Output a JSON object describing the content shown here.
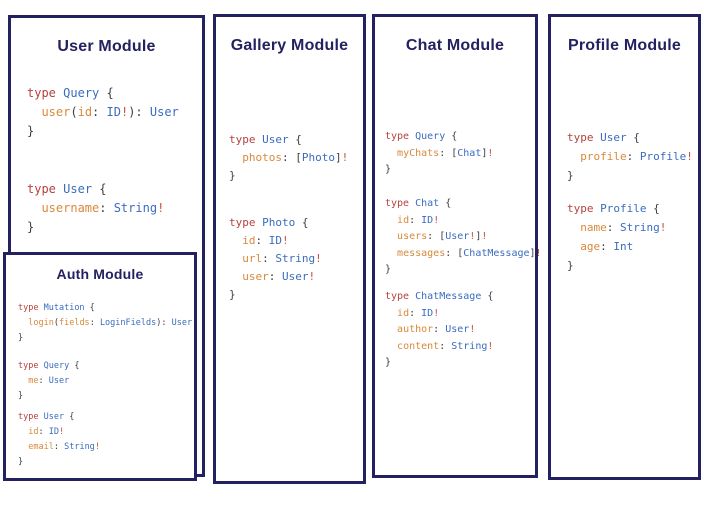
{
  "colors": {
    "navy": "#232160",
    "keyword": "#b5423e",
    "type": "#3b6cbf",
    "field": "#d8893b",
    "bang": "#c4543f",
    "punct": "#3d3d46"
  },
  "modules": [
    {
      "title": "User Module",
      "blocks": [
        [
          [
            [
              "k",
              "type"
            ],
            [
              "p",
              " "
            ],
            [
              "t",
              "Query"
            ],
            [
              "p",
              " {"
            ]
          ],
          [
            [
              "p",
              "  "
            ],
            [
              "f",
              "user"
            ],
            [
              "p",
              "("
            ],
            [
              "f",
              "id"
            ],
            [
              "p",
              ": "
            ],
            [
              "t",
              "ID"
            ],
            [
              "s",
              "!"
            ],
            [
              "p",
              "): "
            ],
            [
              "t",
              "User"
            ]
          ],
          [
            [
              "p",
              "}"
            ]
          ]
        ],
        [
          [
            [
              "k",
              "type"
            ],
            [
              "p",
              " "
            ],
            [
              "t",
              "User"
            ],
            [
              "p",
              " {"
            ]
          ],
          [
            [
              "p",
              "  "
            ],
            [
              "f",
              "username"
            ],
            [
              "p",
              ": "
            ],
            [
              "t",
              "String"
            ],
            [
              "s",
              "!"
            ]
          ],
          [
            [
              "p",
              "}"
            ]
          ]
        ]
      ]
    },
    {
      "title": "Gallery Module",
      "blocks": [
        [
          [
            [
              "k",
              "type"
            ],
            [
              "p",
              " "
            ],
            [
              "t",
              "User"
            ],
            [
              "p",
              " {"
            ]
          ],
          [
            [
              "p",
              "  "
            ],
            [
              "f",
              "photos"
            ],
            [
              "p",
              ": ["
            ],
            [
              "t",
              "Photo"
            ],
            [
              "p",
              "]"
            ],
            [
              "s",
              "!"
            ]
          ],
          [
            [
              "p",
              "}"
            ]
          ]
        ],
        [
          [
            [
              "k",
              "type"
            ],
            [
              "p",
              " "
            ],
            [
              "t",
              "Photo"
            ],
            [
              "p",
              " {"
            ]
          ],
          [
            [
              "p",
              "  "
            ],
            [
              "f",
              "id"
            ],
            [
              "p",
              ": "
            ],
            [
              "t",
              "ID"
            ],
            [
              "s",
              "!"
            ]
          ],
          [
            [
              "p",
              "  "
            ],
            [
              "f",
              "url"
            ],
            [
              "p",
              ": "
            ],
            [
              "t",
              "String"
            ],
            [
              "s",
              "!"
            ]
          ],
          [
            [
              "p",
              "  "
            ],
            [
              "f",
              "user"
            ],
            [
              "p",
              ": "
            ],
            [
              "t",
              "User"
            ],
            [
              "s",
              "!"
            ]
          ],
          [
            [
              "p",
              "}"
            ]
          ]
        ]
      ]
    },
    {
      "title": "Chat Module",
      "blocks": [
        [
          [
            [
              "k",
              "type"
            ],
            [
              "p",
              " "
            ],
            [
              "t",
              "Query"
            ],
            [
              "p",
              " {"
            ]
          ],
          [
            [
              "p",
              "  "
            ],
            [
              "f",
              "myChats"
            ],
            [
              "p",
              ": ["
            ],
            [
              "t",
              "Chat"
            ],
            [
              "p",
              "]"
            ],
            [
              "s",
              "!"
            ]
          ],
          [
            [
              "p",
              "}"
            ]
          ]
        ],
        [
          [
            [
              "k",
              "type"
            ],
            [
              "p",
              " "
            ],
            [
              "t",
              "Chat"
            ],
            [
              "p",
              " {"
            ]
          ],
          [
            [
              "p",
              "  "
            ],
            [
              "f",
              "id"
            ],
            [
              "p",
              ": "
            ],
            [
              "t",
              "ID"
            ],
            [
              "s",
              "!"
            ]
          ],
          [
            [
              "p",
              "  "
            ],
            [
              "f",
              "users"
            ],
            [
              "p",
              ": ["
            ],
            [
              "t",
              "User"
            ],
            [
              "s",
              "!"
            ],
            [
              "p",
              "]"
            ],
            [
              "s",
              "!"
            ]
          ],
          [
            [
              "p",
              "  "
            ],
            [
              "f",
              "messages"
            ],
            [
              "p",
              ": ["
            ],
            [
              "t",
              "ChatMessage"
            ],
            [
              "p",
              "]"
            ],
            [
              "s",
              "!"
            ]
          ],
          [
            [
              "p",
              "}"
            ]
          ]
        ],
        [
          [
            [
              "k",
              "type"
            ],
            [
              "p",
              " "
            ],
            [
              "t",
              "ChatMessage"
            ],
            [
              "p",
              " {"
            ]
          ],
          [
            [
              "p",
              "  "
            ],
            [
              "f",
              "id"
            ],
            [
              "p",
              ": "
            ],
            [
              "t",
              "ID"
            ],
            [
              "s",
              "!"
            ]
          ],
          [
            [
              "p",
              "  "
            ],
            [
              "f",
              "author"
            ],
            [
              "p",
              ": "
            ],
            [
              "t",
              "User"
            ],
            [
              "s",
              "!"
            ]
          ],
          [
            [
              "p",
              "  "
            ],
            [
              "f",
              "content"
            ],
            [
              "p",
              ": "
            ],
            [
              "t",
              "String"
            ],
            [
              "s",
              "!"
            ]
          ],
          [
            [
              "p",
              "}"
            ]
          ]
        ]
      ]
    },
    {
      "title": "Profile Module",
      "blocks": [
        [
          [
            [
              "k",
              "type"
            ],
            [
              "p",
              " "
            ],
            [
              "t",
              "User"
            ],
            [
              "p",
              " {"
            ]
          ],
          [
            [
              "p",
              "  "
            ],
            [
              "f",
              "profile"
            ],
            [
              "p",
              ": "
            ],
            [
              "t",
              "Profile"
            ],
            [
              "s",
              "!"
            ]
          ],
          [
            [
              "p",
              "}"
            ]
          ]
        ],
        [
          [
            [
              "k",
              "type"
            ],
            [
              "p",
              " "
            ],
            [
              "t",
              "Profile"
            ],
            [
              "p",
              " {"
            ]
          ],
          [
            [
              "p",
              "  "
            ],
            [
              "f",
              "name"
            ],
            [
              "p",
              ": "
            ],
            [
              "t",
              "String"
            ],
            [
              "s",
              "!"
            ]
          ],
          [
            [
              "p",
              "  "
            ],
            [
              "f",
              "age"
            ],
            [
              "p",
              ": "
            ],
            [
              "t",
              "Int"
            ]
          ],
          [
            [
              "p",
              "}"
            ]
          ]
        ]
      ]
    }
  ],
  "auth_module": {
    "title": "Auth Module",
    "blocks": [
      [
        [
          [
            "k",
            "type"
          ],
          [
            "p",
            " "
          ],
          [
            "t",
            "Mutation"
          ],
          [
            "p",
            " {"
          ]
        ],
        [
          [
            "p",
            "  "
          ],
          [
            "f",
            "login"
          ],
          [
            "p",
            "("
          ],
          [
            "f",
            "fields"
          ],
          [
            "p",
            ": "
          ],
          [
            "t",
            "LoginFields"
          ],
          [
            "p",
            "): "
          ],
          [
            "t",
            "User"
          ]
        ],
        [
          [
            "p",
            "}"
          ]
        ]
      ],
      [
        [
          [
            "k",
            "type"
          ],
          [
            "p",
            " "
          ],
          [
            "t",
            "Query"
          ],
          [
            "p",
            " {"
          ]
        ],
        [
          [
            "p",
            "  "
          ],
          [
            "f",
            "me"
          ],
          [
            "p",
            ": "
          ],
          [
            "t",
            "User"
          ]
        ],
        [
          [
            "p",
            "}"
          ]
        ]
      ],
      [
        [
          [
            "k",
            "type"
          ],
          [
            "p",
            " "
          ],
          [
            "t",
            "User"
          ],
          [
            "p",
            " {"
          ]
        ],
        [
          [
            "p",
            "  "
          ],
          [
            "f",
            "id"
          ],
          [
            "p",
            ": "
          ],
          [
            "t",
            "ID"
          ],
          [
            "s",
            "!"
          ]
        ],
        [
          [
            "p",
            "  "
          ],
          [
            "f",
            "email"
          ],
          [
            "p",
            ": "
          ],
          [
            "t",
            "String"
          ],
          [
            "s",
            "!"
          ]
        ],
        [
          [
            "p",
            "}"
          ]
        ]
      ]
    ]
  }
}
